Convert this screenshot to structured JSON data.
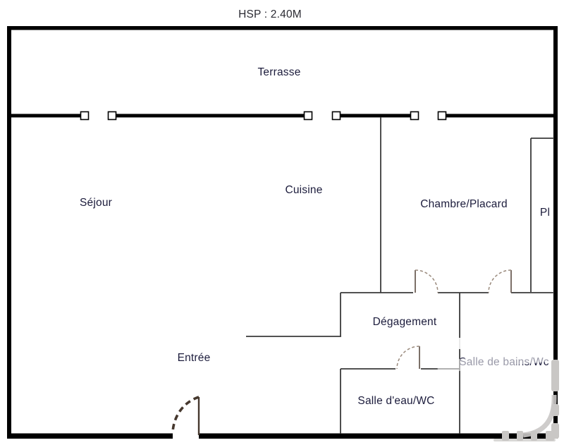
{
  "header": {
    "ceiling_height_label": "HSP : 2.40M"
  },
  "rooms": {
    "terrasse": {
      "label": "Terrasse"
    },
    "sejour": {
      "label": "Séjour"
    },
    "cuisine": {
      "label": "Cuisine"
    },
    "chambre": {
      "label": "Chambre/Placard"
    },
    "placard": {
      "label": "Pl"
    },
    "degagement": {
      "label": "Dégagement"
    },
    "entree": {
      "label": "Entrée"
    },
    "salle_eau": {
      "label": "Salle d'eau/WC"
    },
    "salle_bains": {
      "label": "Salle de bains/Wc"
    }
  },
  "colors": {
    "wall": "#000000",
    "inner-wall": "#3a3a3a",
    "door": "#6e6158",
    "door-arc": "#9a8a7d",
    "entry-door": "#46382e",
    "label": "#1c1c3c",
    "header-text": "#2b2b33",
    "watermark": "#c9c7c5"
  }
}
